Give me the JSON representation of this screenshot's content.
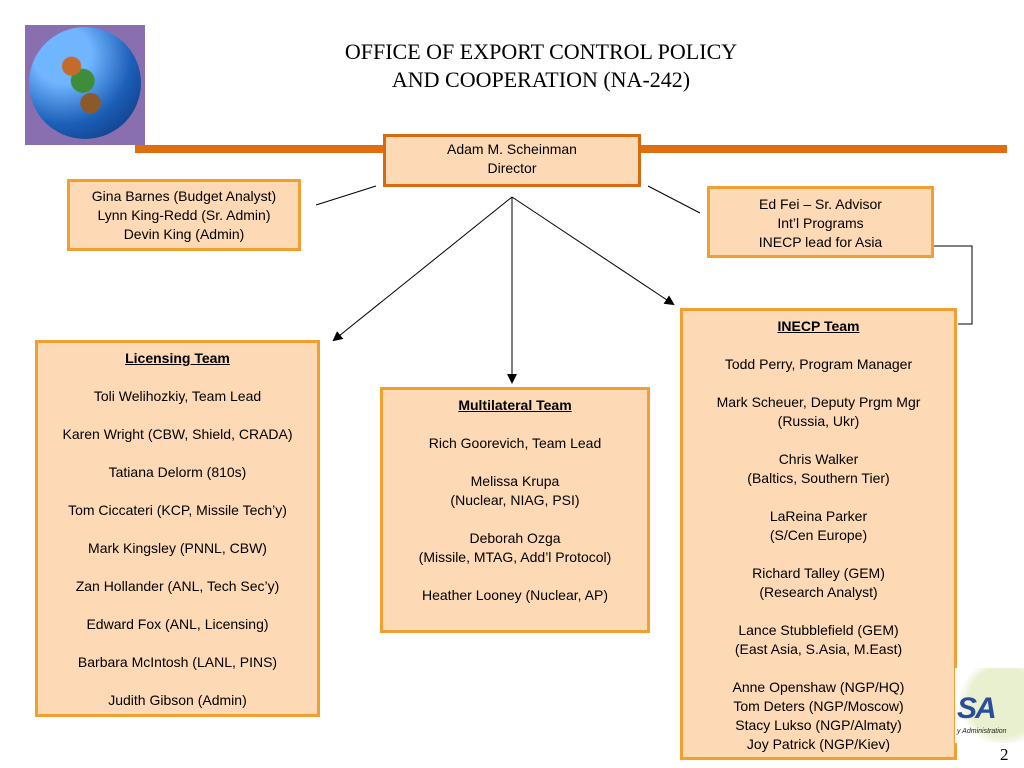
{
  "title": {
    "line1": "OFFICE OF EXPORT CONTROL POLICY",
    "line2": "AND COOPERATION (NA-242)"
  },
  "director": [
    "Adam M. Scheinman",
    "Director"
  ],
  "admin_staff": [
    "Gina Barnes (Budget Analyst)",
    "Lynn King-Redd (Sr. Admin)",
    "Devin King (Admin)"
  ],
  "advisor": [
    "Ed Fei – Sr. Advisor",
    "Int’l Programs",
    "INECP lead for Asia"
  ],
  "licensing_team": {
    "title": "Licensing Team",
    "members": [
      "Toli Welihozkiy, Team Lead",
      "Karen Wright (CBW, Shield, CRADA)",
      "Tatiana Delorm (810s)",
      "Tom Ciccateri (KCP, Missile Tech’y)",
      "Mark Kingsley (PNNL, CBW)",
      "Zan Hollander (ANL, Tech Sec’y)",
      "Edward Fox (ANL, Licensing)",
      "Barbara McIntosh (LANL, PINS)",
      "Judith Gibson (Admin)"
    ]
  },
  "multilateral_team": {
    "title": "Multilateral Team",
    "members": [
      [
        "Rich Goorevich, Team Lead"
      ],
      [
        "Melissa Krupa",
        "(Nuclear, NIAG, PSI)"
      ],
      [
        "Deborah Ozga",
        "(Missile, MTAG, Add’l Protocol)"
      ],
      [
        "Heather Looney (Nuclear, AP)"
      ]
    ]
  },
  "inecp_team": {
    "title": "INECP Team",
    "members": [
      [
        "Todd Perry, Program Manager"
      ],
      [
        "Mark Scheuer, Deputy Prgm Mgr",
        "(Russia, Ukr)"
      ],
      [
        "Chris Walker",
        "(Baltics, Southern Tier)"
      ],
      [
        "LaReina Parker",
        "(S/Cen Europe)"
      ],
      [
        "Richard Talley (GEM)",
        "(Research Analyst)"
      ],
      [
        "Lance Stubblefield (GEM)",
        "(East Asia, S.Asia, M.East)"
      ],
      [
        "Anne Openshaw (NGP/HQ)",
        "Tom Deters (NGP/Moscow)",
        "Stacy Lukso (NGP/Almaty)",
        "Joy Patrick (NGP/Kiev)"
      ]
    ]
  },
  "logo": {
    "letters": "SA",
    "caption": "y Administration"
  },
  "page_number": "2",
  "colors": {
    "box_fill": "#fdd9b6",
    "box_border": "#f0a030",
    "director_border": "#d86a12",
    "rule": "#e06e10"
  }
}
